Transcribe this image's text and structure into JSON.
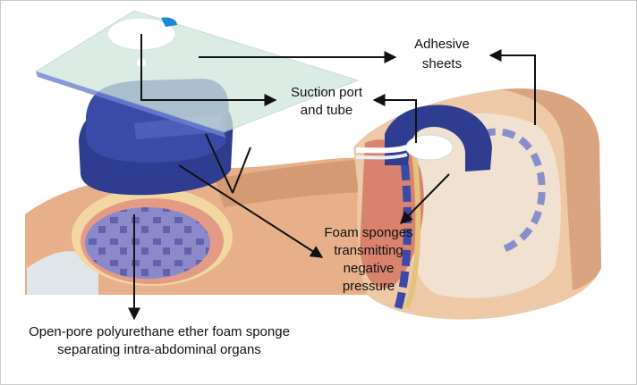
{
  "figure": {
    "labels": {
      "adhesive_line1": "Adhesive",
      "adhesive_line2": "sheets",
      "suction_line1": "Suction port",
      "suction_line2": "and tube",
      "foam_line1": "Foam sponges",
      "foam_line2": "transmitting",
      "foam_line3": "negative",
      "foam_line4": "pressure",
      "openpore_line1": "Open-pore polyurethane ether foam sponge",
      "openpore_line2": "separating intra-abdominal organs"
    },
    "colors": {
      "foam_dark": "#2e3d8f",
      "foam_light": "#5b6bc8",
      "skin": "#e8b48c",
      "skin_shadow": "#c98d64",
      "bowel": "#d9826e",
      "sheet": "#cfe6dc",
      "arrow": "#111111"
    }
  }
}
